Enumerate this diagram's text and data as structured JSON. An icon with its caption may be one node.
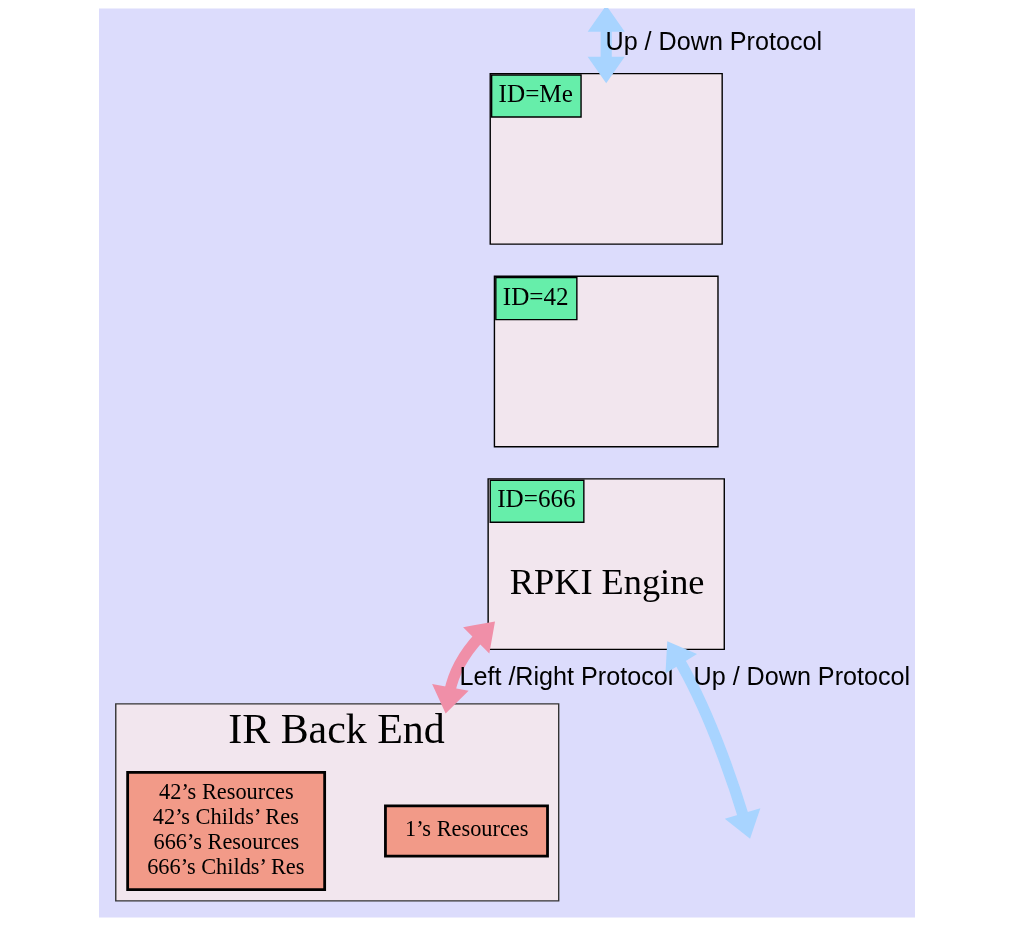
{
  "diagram": {
    "nodes": [
      {
        "text": [
          "ID=Me"
        ]
      },
      {
        "text": [
          "ID=42"
        ]
      },
      {
        "text": [
          "ID=666",
          "RPKI Engine"
        ]
      },
      {
        "text": [
          "IR Back End"
        ]
      },
      {
        "text": [
          "1’s Resources"
        ],
        "in": 3
      },
      {
        "text": [
          "42’s Resources",
          "42’s Childs’ Res",
          "666’s Resources",
          "666’s Childs’ Res"
        ],
        "in": 3
      }
    ],
    "edges": [
      {
        "from": null,
        "to": 0,
        "arrow": "both",
        "label": "Up / Down Protocol"
      },
      {
        "from": 2,
        "to": 3,
        "arrow": "both",
        "label": "Left /Right Protocol",
        "color": "#f08fa8"
      },
      {
        "from": 2,
        "to": null,
        "arrow": "both",
        "label": "Up / Down Protocol"
      }
    ]
  }
}
